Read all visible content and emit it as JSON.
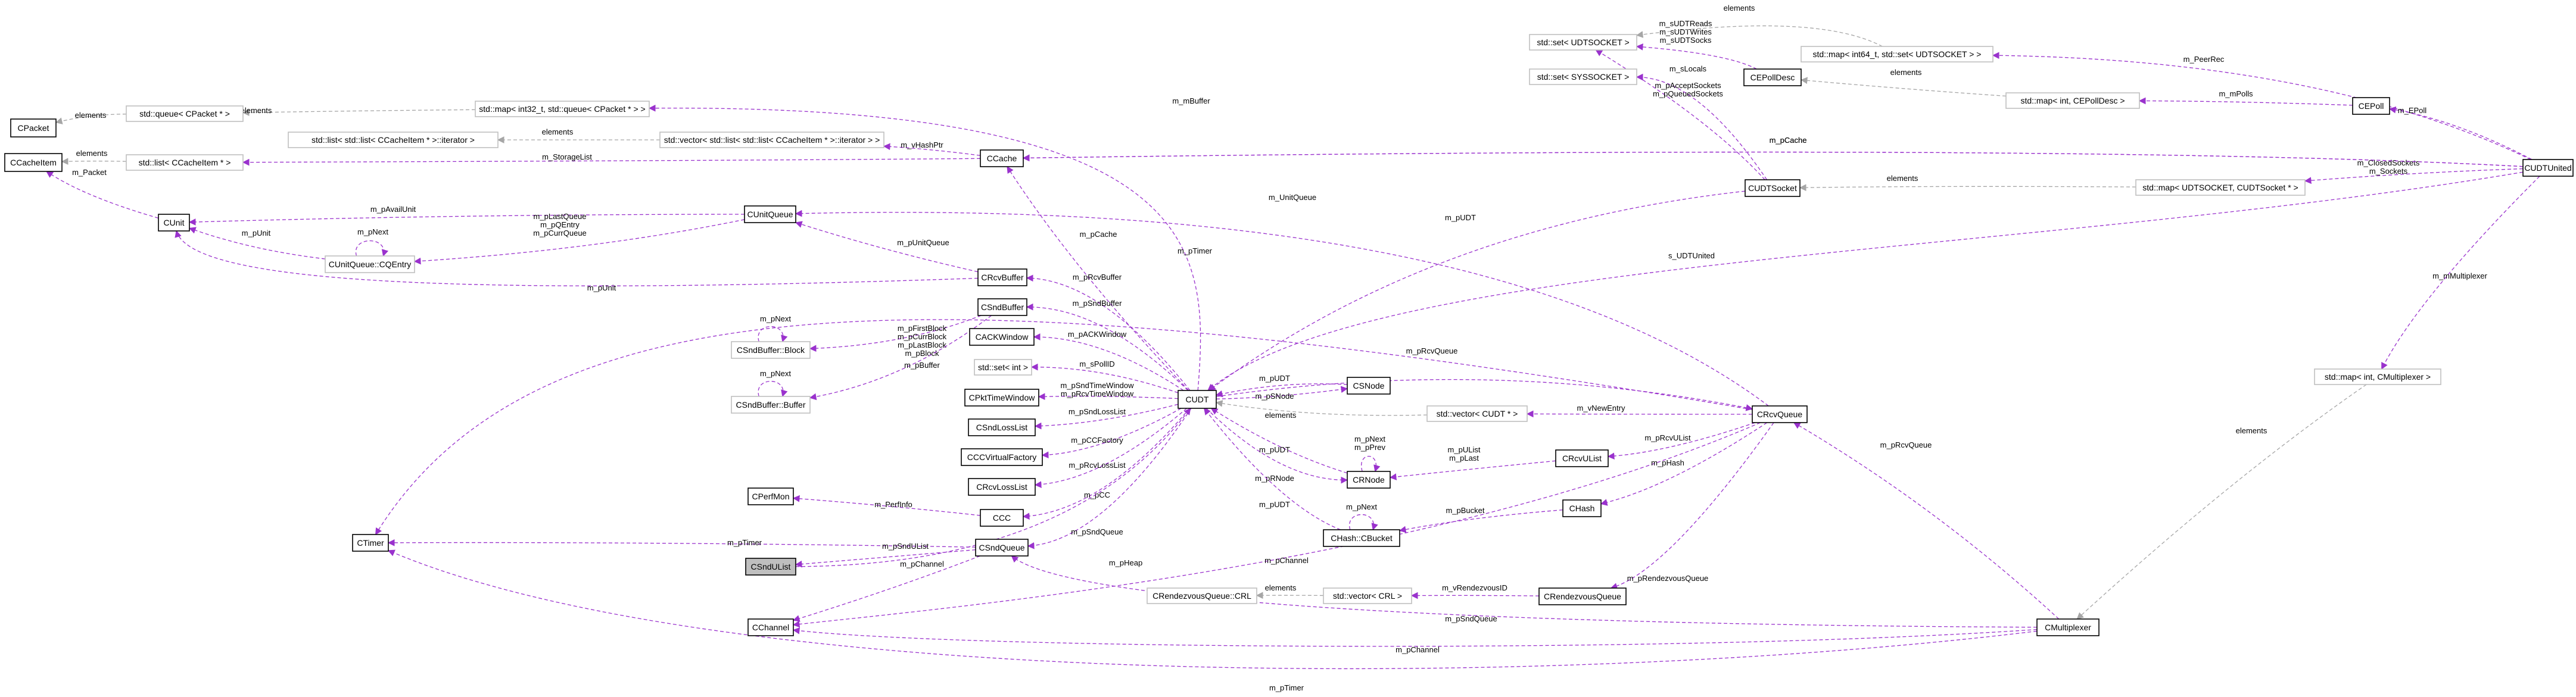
{
  "diagram": {
    "nodes": [
      {
        "id": "cpacket",
        "label": "CPacket"
      },
      {
        "id": "ccacheitem",
        "label": "CCacheItem"
      },
      {
        "id": "cunit",
        "label": "CUnit"
      },
      {
        "id": "cqentry",
        "label": "CUnitQueue::CQEntry"
      },
      {
        "id": "ctimer",
        "label": "CTimer"
      },
      {
        "id": "cchannel",
        "label": "CChannel"
      },
      {
        "id": "csndulist",
        "label": "CSndUList"
      },
      {
        "id": "cperfmon",
        "label": "CPerfMon"
      },
      {
        "id": "queue_cpacket",
        "label": "std::queue< CPacket * >"
      },
      {
        "id": "list_cacheitem",
        "label": "std::list< CCacheItem * >"
      },
      {
        "id": "list_iter",
        "label": "std::list< std::list< CCacheItem * >::iterator >"
      },
      {
        "id": "vec_list_iter",
        "label": "std::vector< std::list< std::list< CCacheItem * >::iterator > >"
      },
      {
        "id": "map_int32_queue",
        "label": "std::map< int32_t, std::queue< CPacket * > >"
      },
      {
        "id": "cunitqueue",
        "label": "CUnitQueue"
      },
      {
        "id": "ccache",
        "label": "CCache"
      },
      {
        "id": "crcvbuffer",
        "label": "CRcvBuffer"
      },
      {
        "id": "csndbuffer",
        "label": "CSndBuffer"
      },
      {
        "id": "sndbuf_block",
        "label": "CSndBuffer::Block"
      },
      {
        "id": "sndbuf_buffer",
        "label": "CSndBuffer::Buffer"
      },
      {
        "id": "cackwindow",
        "label": "CACKWindow"
      },
      {
        "id": "set_int",
        "label": "std::set< int >"
      },
      {
        "id": "cpkttimewindow",
        "label": "CPktTimeWindow"
      },
      {
        "id": "csndlosslist",
        "label": "CSndLossList"
      },
      {
        "id": "cccvf",
        "label": "CCCVirtualFactory"
      },
      {
        "id": "crcvlosslist",
        "label": "CRcvLossList"
      },
      {
        "id": "ccc",
        "label": "CCC"
      },
      {
        "id": "csndqueue",
        "label": "CSndQueue"
      },
      {
        "id": "cudt",
        "label": "CUDT"
      },
      {
        "id": "csnode",
        "label": "CSNode"
      },
      {
        "id": "crnode",
        "label": "CRNode"
      },
      {
        "id": "chash_bucket",
        "label": "CHash::CBucket"
      },
      {
        "id": "vec_cudt",
        "label": "std::vector< CUDT * >"
      },
      {
        "id": "crcvulist",
        "label": "CRcvUList"
      },
      {
        "id": "chash",
        "label": "CHash"
      },
      {
        "id": "crvq_crl",
        "label": "CRendezvousQueue::CRL"
      },
      {
        "id": "vec_crl",
        "label": "std::vector< CRL >"
      },
      {
        "id": "crendezvousqueue",
        "label": "CRendezvousQueue"
      },
      {
        "id": "set_udtsocket",
        "label": "std::set< UDTSOCKET >"
      },
      {
        "id": "set_syssocket",
        "label": "std::set< SYSSOCKET >"
      },
      {
        "id": "cepolldesc",
        "label": "CEPollDesc"
      },
      {
        "id": "map_int64_set",
        "label": "std::map< int64_t, std::set< UDTSOCKET > >"
      },
      {
        "id": "map_int_cepolldesc",
        "label": "std::map< int, CEPollDesc >"
      },
      {
        "id": "cepoll",
        "label": "CEPoll"
      },
      {
        "id": "cudtsocket",
        "label": "CUDTSocket"
      },
      {
        "id": "map_udtsocket",
        "label": "std::map< UDTSOCKET, CUDTSocket * >"
      },
      {
        "id": "cudtunited",
        "label": "CUDTUnited"
      },
      {
        "id": "crcvqueue",
        "label": "CRcvQueue"
      },
      {
        "id": "map_int_cmux",
        "label": "std::map< int, CMultiplexer >"
      },
      {
        "id": "cmultiplexer",
        "label": "CMultiplexer"
      }
    ],
    "edges": [
      {
        "id": "e_queue_packet",
        "label": "elements"
      },
      {
        "id": "e_map_queue",
        "label": "elements"
      },
      {
        "id": "e_mbuffer",
        "label": "m_mBuffer"
      },
      {
        "id": "e_list_cacheitem",
        "label": "elements"
      },
      {
        "id": "e_storagelist",
        "label": "m_StorageList"
      },
      {
        "id": "e_list_iter",
        "label": "elements"
      },
      {
        "id": "e_vhashptr",
        "label": "m_vHashPtr"
      },
      {
        "id": "e_ppacket",
        "label": "m_Packet"
      },
      {
        "id": "e_pavailunit",
        "label": "m_pAvailUnit"
      },
      {
        "id": "e_cqentry_queue",
        "label": "m_pLastQueue\nm_pQEntry\nm_pCurrQueue"
      },
      {
        "id": "e_cqentry_unit",
        "label": "m_pUnit"
      },
      {
        "id": "e_cqentry_next",
        "label": "m_pNext"
      },
      {
        "id": "e_rcvbuf_unit",
        "label": "m_pUnit"
      },
      {
        "id": "e_rcvbuf_unitqueue",
        "label": "m_pUnitQueue"
      },
      {
        "id": "e_unitqueue",
        "label": "m_UnitQueue"
      },
      {
        "id": "e_pcache",
        "label": "m_pCache"
      },
      {
        "id": "e_pcache2",
        "label": "m_pCache"
      },
      {
        "id": "e_prcvbuffer",
        "label": "m_pRcvBuffer"
      },
      {
        "id": "e_psndbuffer",
        "label": "m_pSndBuffer"
      },
      {
        "id": "e_block_next",
        "label": "m_pNext"
      },
      {
        "id": "e_block",
        "label": "m_pFirstBlock\nm_pCurrBlock\nm_pLastBlock\nm_pBlock"
      },
      {
        "id": "e_buffer_next",
        "label": "m_pNext"
      },
      {
        "id": "e_buffer",
        "label": "m_pBuffer"
      },
      {
        "id": "e_packwindow",
        "label": "m_pACKWindow"
      },
      {
        "id": "e_spollid",
        "label": "m_sPollID"
      },
      {
        "id": "e_ptimewindow",
        "label": "m_pSndTimeWindow\nm_pRcvTimeWindow"
      },
      {
        "id": "e_psndlosslist",
        "label": "m_pSndLossList"
      },
      {
        "id": "e_pccfactory",
        "label": "m_pCCFactory"
      },
      {
        "id": "e_prcvlosslist",
        "label": "m_pRcvLossList"
      },
      {
        "id": "e_pcc",
        "label": "m_pCC"
      },
      {
        "id": "e_perfinfo",
        "label": "m_PerfInfo"
      },
      {
        "id": "e_psndqueue",
        "label": "m_pSndQueue"
      },
      {
        "id": "e_ptimer",
        "label": "m_pTimer"
      },
      {
        "id": "e_ptimer_mux",
        "label": "m_pTimer"
      },
      {
        "id": "e_ptimer_top",
        "label": "m_pTimer"
      },
      {
        "id": "e_psndulist",
        "label": "m_pSndUList"
      },
      {
        "id": "e_pchannel",
        "label": "m_pChannel"
      },
      {
        "id": "e_pchannel_rcv",
        "label": "m_pChannel"
      },
      {
        "id": "e_pchannel_mux",
        "label": "m_pChannel"
      },
      {
        "id": "e_pheap",
        "label": "m_pHeap"
      },
      {
        "id": "e_sn_pudt",
        "label": "m_pUDT"
      },
      {
        "id": "e_sn_psnode",
        "label": "m_pSNode"
      },
      {
        "id": "e_rn_pudt",
        "label": "m_pUDT"
      },
      {
        "id": "e_rn_next",
        "label": "m_pNext\nm_pPrev"
      },
      {
        "id": "e_prnode",
        "label": "m_pRNode"
      },
      {
        "id": "e_vec_cudt",
        "label": "elements"
      },
      {
        "id": "e_cb_pudt",
        "label": "m_pUDT"
      },
      {
        "id": "e_cb_next",
        "label": "m_pNext"
      },
      {
        "id": "e_rcvulist_list",
        "label": "m_pUList\nm_pLast"
      },
      {
        "id": "e_pbucket",
        "label": "m_pBucket"
      },
      {
        "id": "e_prcvulist",
        "label": "m_pRcvUList"
      },
      {
        "id": "e_phash",
        "label": "m_pHash"
      },
      {
        "id": "e_vnewentry",
        "label": "m_vNewEntry"
      },
      {
        "id": "e_prcvqueue",
        "label": "m_pRcvQueue"
      },
      {
        "id": "e_prcvqueue_mux",
        "label": "m_pRcvQueue"
      },
      {
        "id": "e_vec_crl",
        "label": "elements"
      },
      {
        "id": "e_vrendezvous",
        "label": "m_vRendezvousID"
      },
      {
        "id": "e_prendezvous",
        "label": "m_pRendezvousQueue"
      },
      {
        "id": "e_psndqueue_mux",
        "label": "m_pSndQueue"
      },
      {
        "id": "e_pudt",
        "label": "m_pUDT"
      },
      {
        "id": "e_udtunited",
        "label": "s_UDTUnited"
      },
      {
        "id": "e_map_udtsocket",
        "label": "elements"
      },
      {
        "id": "e_closed",
        "label": "m_ClosedSockets\nm_Sockets"
      },
      {
        "id": "e_slocals",
        "label": "m_sLocals"
      },
      {
        "id": "e_accept",
        "label": "m_pAcceptSockets\nm_pQueuedSockets"
      },
      {
        "id": "e_udt_reads",
        "label": "m_sUDTReads\nm_sUDTWrites\nm_sUDTSocks"
      },
      {
        "id": "e_map_int64",
        "label": "elements"
      },
      {
        "id": "e_peerrec",
        "label": "m_PeerRec"
      },
      {
        "id": "e_map_epolldesc",
        "label": "elements"
      },
      {
        "id": "e_mpolls",
        "label": "m_mPolls"
      },
      {
        "id": "e_epoll",
        "label": "m_EPoll"
      },
      {
        "id": "e_pcache_united",
        "label": "m_pCache"
      },
      {
        "id": "e_mmultiplexer",
        "label": "m_mMultiplexer"
      },
      {
        "id": "e_map_cmux",
        "label": "elements"
      }
    ]
  }
}
